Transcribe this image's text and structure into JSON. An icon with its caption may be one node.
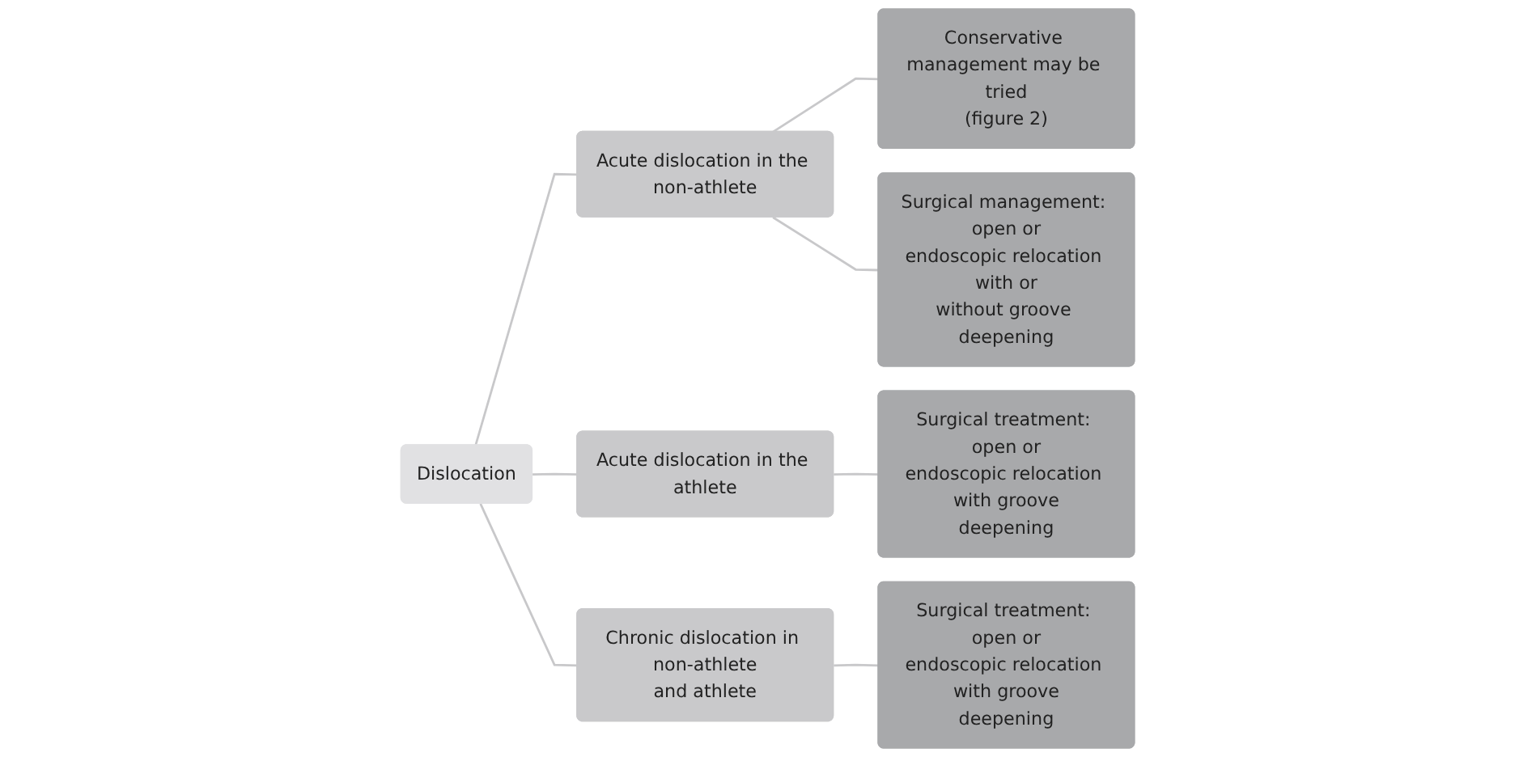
{
  "diagram": {
    "nodes": [
      {
        "text": [
          "Dislocation"
        ]
      },
      {
        "text": [
          "Acute dislocation in the non-athlete"
        ]
      },
      {
        "text": [
          "Acute dislocation in the athlete"
        ]
      },
      {
        "text": [
          "Chronic dislocation in non-athlete and athlete"
        ]
      },
      {
        "text": [
          "Conservative management may be tried (figure 2)"
        ]
      },
      {
        "text": [
          "Surgical management: open or endoscopic relocation with or without groove deepening"
        ]
      },
      {
        "text": [
          "Surgical treatment: open or endoscopic relocation with groove deepening"
        ]
      },
      {
        "text": [
          "Surgical treatment: open or endoscopic relocation with groove deepening"
        ]
      }
    ],
    "edges": [
      {
        "from": 0,
        "to": 1,
        "arrow": "none"
      },
      {
        "from": 0,
        "to": 2,
        "arrow": "none"
      },
      {
        "from": 0,
        "to": 3,
        "arrow": "none"
      },
      {
        "from": 1,
        "to": 4,
        "arrow": "none"
      },
      {
        "from": 1,
        "to": 5,
        "arrow": "none"
      },
      {
        "from": 2,
        "to": 6,
        "arrow": "none"
      },
      {
        "from": 3,
        "to": 7,
        "arrow": "none"
      }
    ]
  }
}
